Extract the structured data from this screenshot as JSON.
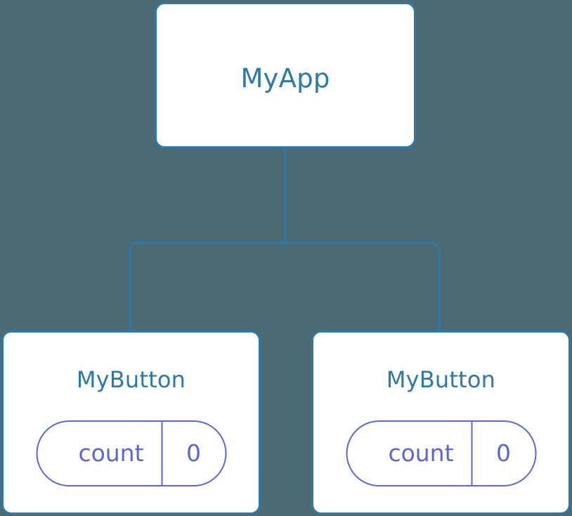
{
  "canvas": {
    "background_color": "#4c6a73",
    "node_border_color": "#2d7aa8",
    "node_fill_color": "#ffffff",
    "node_label_color": "#2d7aa8",
    "state_pill_color": "#5b66d6",
    "edge_color": "#2d7aa8"
  },
  "tree": {
    "root": {
      "label": "MyApp"
    },
    "children": [
      {
        "label": "MyButton",
        "state": {
          "key": "count",
          "value": "0"
        }
      },
      {
        "label": "MyButton",
        "state": {
          "key": "count",
          "value": "0"
        }
      }
    ]
  }
}
